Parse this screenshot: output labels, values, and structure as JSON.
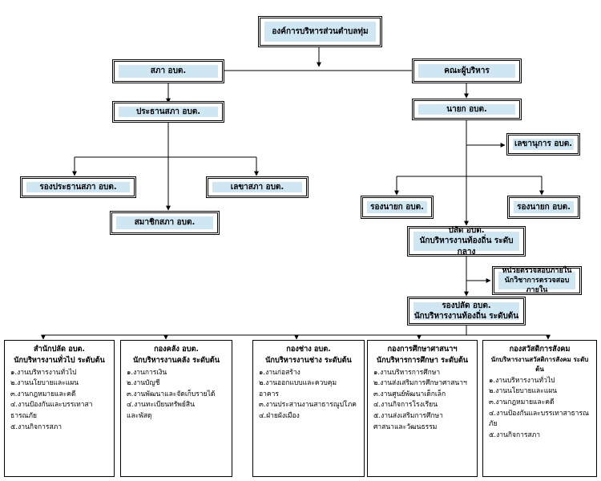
{
  "top": "องค์การบริหารส่วนตำบลทุ่ม",
  "council": {
    "council": "สภา อบต.",
    "chairman": "ประธานสภา อบต.",
    "vice_chairman": "รองประธานสภา  อบต.",
    "secretary": "เลขาสภา อบต.",
    "member": "สมาชิกสภา อบต."
  },
  "executive": {
    "board": "คณะผู้บริหาร",
    "mayor": "นายก อบต.",
    "mayor_secretary": "เลขานุการ อบต.",
    "deputy_left": "รองนายก อบต.",
    "deputy_right": "รองนายก อบต.",
    "clerk": [
      "ปลัด อบต.",
      "นักบริหารงานท้องถิ่น ระดับกลาง"
    ],
    "audit": [
      "หน่วยตรวจสอบภายใน",
      "นักวิชาการตรวจสอบภายใน"
    ],
    "deputy_clerk": [
      "รองปลัด อบต.",
      "นักบริหารงานท้องถิ่น ระดับต้น"
    ]
  },
  "departments": [
    {
      "header": [
        "สำนักปลัด อบต.",
        "นักบริหารงานทั่วไป ระดับต้น"
      ],
      "tasks": [
        "๑.งานบริหารงานทั่วไป",
        "๒.งานนโยบายและแผน",
        "๓.งานกฎหมายและคดี",
        "๔.งานป้องกันและบรรเทาสา",
        "ธารณภัย",
        "๕.งานกิจการสภา"
      ]
    },
    {
      "header": [
        "กองคลัง อบต.",
        "นักบริหารงานคลัง ระดับต้น"
      ],
      "tasks": [
        "๑.งานการเงิน",
        "๒.งานบัญชี",
        "๓.งานพัฒนาและจัดเก็บรายได้",
        "๔.งานทะเบียนทรัพย์สิน",
        "และพัสดุ"
      ]
    },
    {
      "header": [
        "กองช่าง อบต.",
        "นักบริหารงานช่าง ระดับต้น"
      ],
      "tasks": [
        "๑.งานก่อสร้าง",
        "๒.งานออกแบบและควบคุม",
        "อาคาร",
        "๓.งานประสานงานสาธารณูปโภค",
        "๔.ฝ่ายผังเมือง"
      ]
    },
    {
      "header": [
        "กองการศึกษาศาสนาฯ",
        "นักบริหารการศึกษา ระดับต้น"
      ],
      "tasks": [
        "๑.งานบริหารการศึกษา",
        "๒.งานส่งเสริมการศึกษาศาสนาฯ",
        "๓.งานศูนย์พัฒนาเด็กเล็ก",
        "๔.งานกิจการโรงเรียน",
        "๕.งานส่งเสริมการศึกษา",
        "ศาสนาและวัฒนธรรม"
      ]
    },
    {
      "header": [
        "กองสวัสดิการสังคม",
        "นักบริหารงานสวัสดิการสังคม ระดับต้น"
      ],
      "tasks": [
        "๑.งานบริหารงานทั่วไป",
        "๒.งานนโยบายและแผน",
        "๓.งานกฎหมายและคดี",
        "๔.งานป้องกันและบรรเทาสาธารณ",
        "ภัย",
        "๕.งานกิจการสภา"
      ]
    }
  ]
}
